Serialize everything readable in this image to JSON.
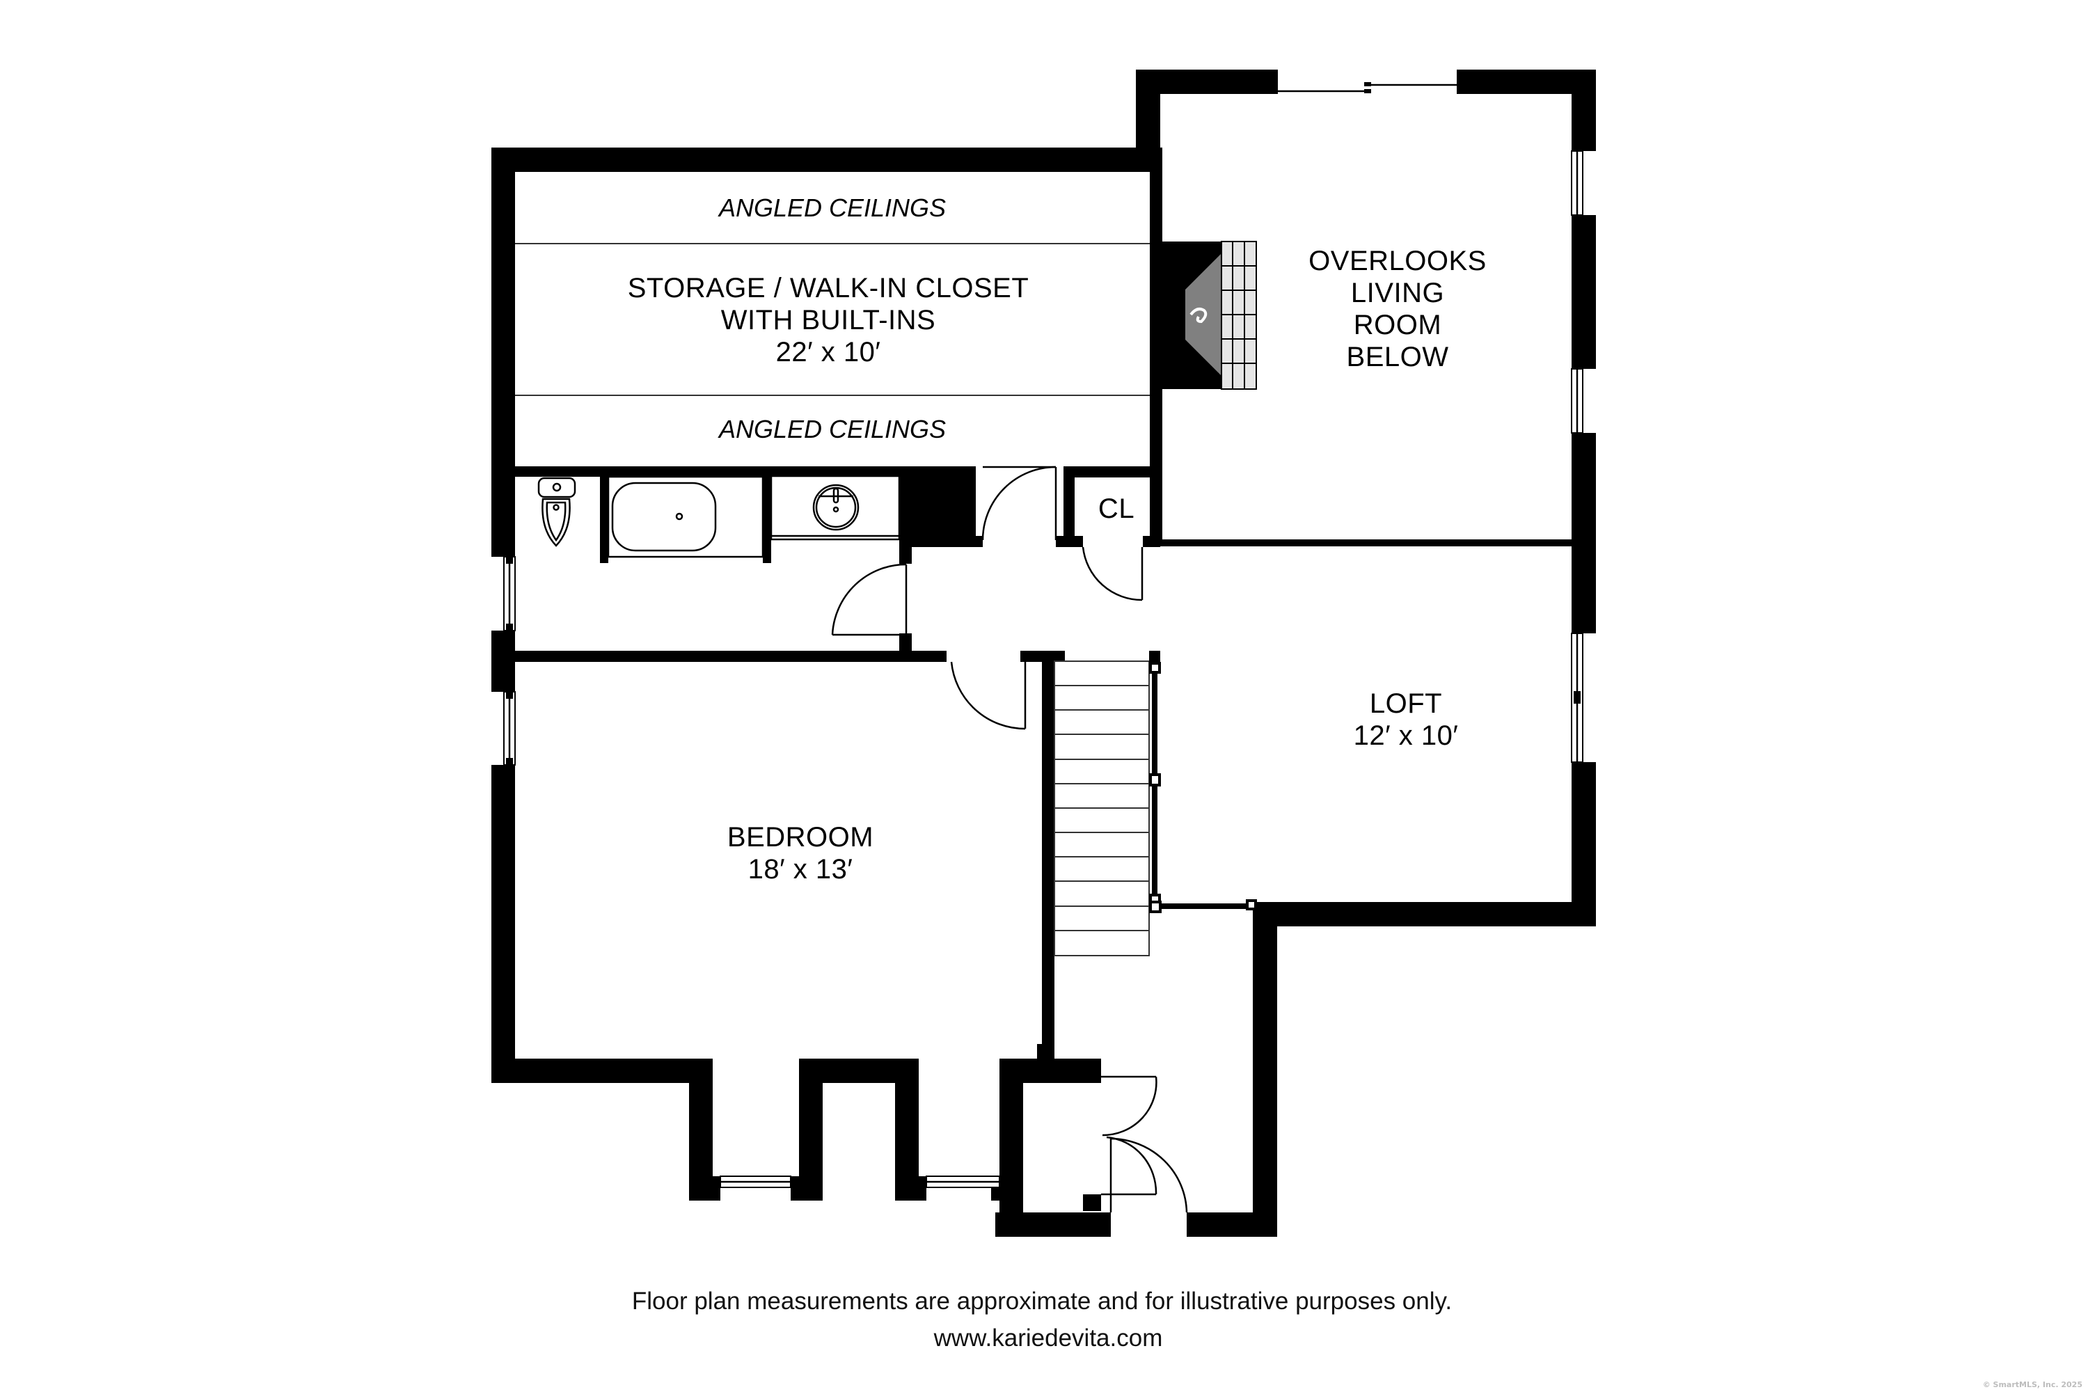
{
  "plan": {
    "rooms": {
      "storage": {
        "line1": "STORAGE / WALK-IN CLOSET",
        "line2": "WITH BUILT-INS",
        "dims": "22′ x 10′"
      },
      "angled_top": "ANGLED CEILINGS",
      "angled_bottom": "ANGLED CEILINGS",
      "overlooks": {
        "line1": "OVERLOOKS",
        "line2": "LIVING",
        "line3": "ROOM",
        "line4": "BELOW"
      },
      "closet": "CL",
      "loft": {
        "name": "LOFT",
        "dims": "12′ x 10′"
      },
      "bedroom": {
        "name": "BEDROOM",
        "dims": "18′ x 13′"
      }
    },
    "fixtures": [
      "toilet-icon",
      "bathtub-icon",
      "sink-icon",
      "fireplace-icon",
      "stairs",
      "door-swing"
    ],
    "colors": {
      "wall": "#000000",
      "background": "#ffffff",
      "fireplace_firebox": "#808080",
      "hearth_tile": "#e6e6e6"
    }
  },
  "footer": {
    "disclaimer": "Floor plan measurements are approximate and for illustrative purposes only.",
    "website": "www.kariedevita.com"
  },
  "watermark": "© SmartMLS, Inc.  2025"
}
